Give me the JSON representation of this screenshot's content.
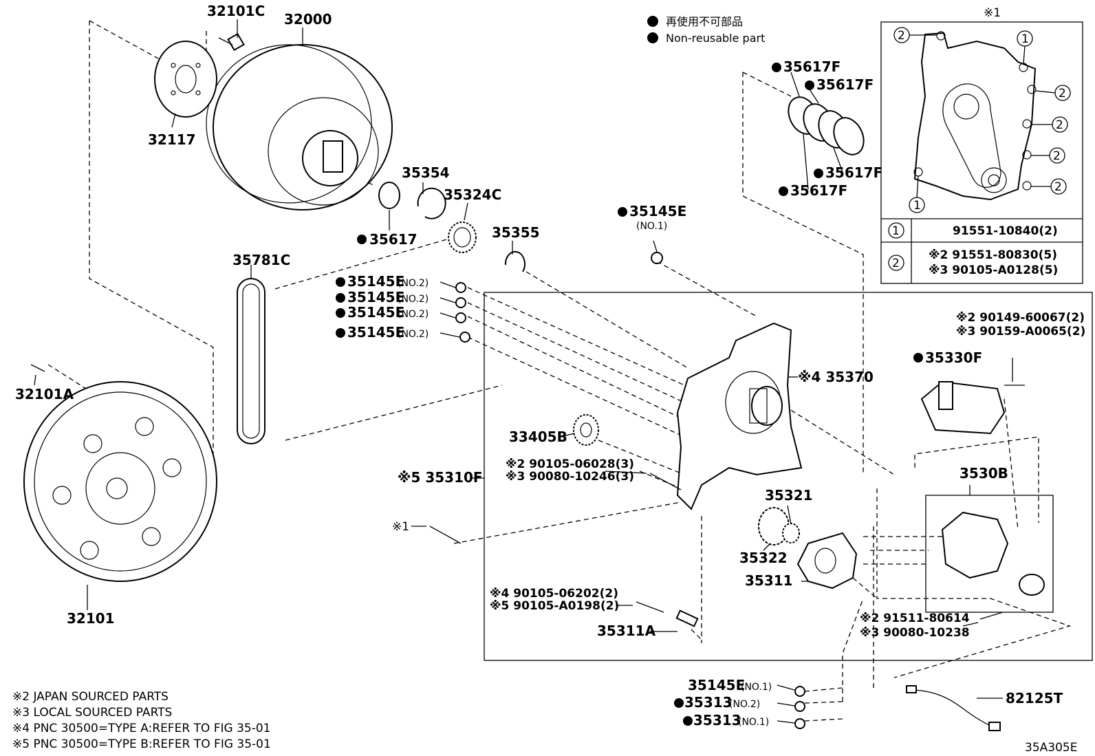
{
  "legend": {
    "jp": "再使用不可部品",
    "en": "Non-reusable part"
  },
  "inset": {
    "title": "※1",
    "rows": [
      {
        "num": "1",
        "lines": [
          "91551-10840(2)"
        ]
      },
      {
        "num": "2",
        "lines": [
          "※2 91551-80830(5)",
          "※3 90105-A0128(5)"
        ]
      }
    ]
  },
  "labels": {
    "p32101C": "32101C",
    "p32000": "32000",
    "p32117": "32117",
    "p35354": "35354",
    "p35617": "35617",
    "p35324C": "35324C",
    "p35355": "35355",
    "p35781C": "35781C",
    "p35145E_a": "35145E",
    "p35145E_b": "35145E",
    "p35145E_c": "35145E",
    "p35145E_d": "35145E",
    "no2": "(NO.2)",
    "no1": "(NO.1)",
    "p35145E_top": "35145E",
    "p35617F_1": "35617F",
    "p35617F_2": "35617F",
    "p35617F_3": "35617F",
    "p35617F_4": "35617F",
    "p35370": "※4 35370",
    "p33405B": "33405B",
    "p35310F": "※5 35310F",
    "bolt1a": "※2 90105-06028(3)",
    "bolt1b": "※3 90080-10246(3)",
    "star1": "※1",
    "p35321": "35321",
    "p35322": "35322",
    "p35311": "35311",
    "bolt2a": "※4 90105-06202(2)",
    "bolt2b": "※5 90105-A0198(2)",
    "p35311A": "35311A",
    "p32101A": "32101A",
    "p32101": "32101",
    "bolt3a": "※2 90149-60067(2)",
    "bolt3b": "※3 90159-A0065(2)",
    "p35330F": "35330F",
    "p3530B": "3530B",
    "bolt4a": "※2 91511-80614",
    "bolt4b": "※3 90080-10238",
    "p35145E_bot": "35145E",
    "p35313_a": "35313",
    "p35313_b": "35313",
    "p82125T": "82125T"
  },
  "notes": [
    "※2 JAPAN SOURCED PARTS",
    "※3 LOCAL SOURCED PARTS",
    "※4 PNC 30500=TYPE A:REFER TO FIG 35-01",
    "※5 PNC 30500=TYPE B:REFER TO FIG 35-01"
  ],
  "figure_code": "35A305E"
}
